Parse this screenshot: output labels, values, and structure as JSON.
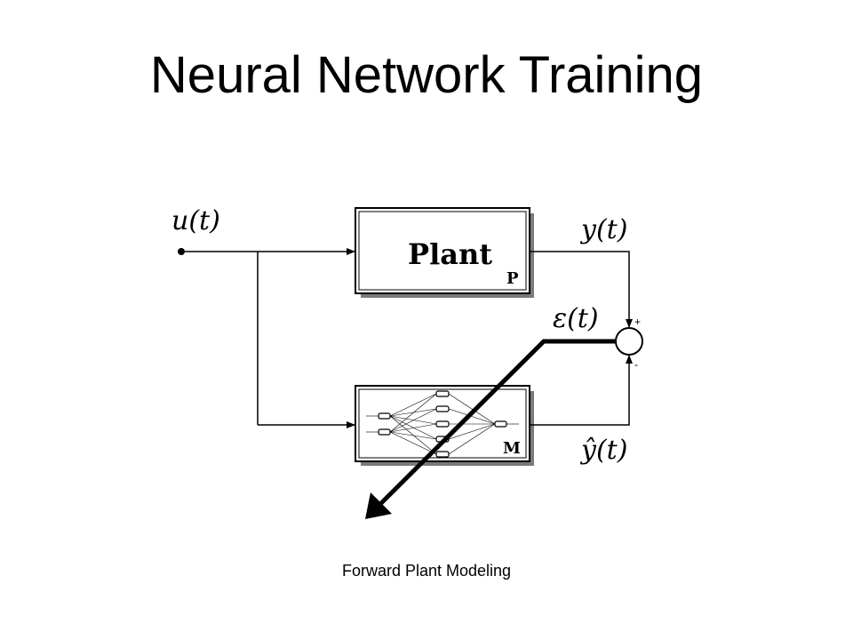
{
  "title": "Neural Network Training",
  "caption": "Forward Plant Modeling",
  "diagram": {
    "input_label": "u(t)",
    "plant_label": "Plant",
    "plant_tag": "P",
    "model_tag": "M",
    "plant_output_label": "y(t)",
    "model_output_label": "ŷ(t)",
    "error_label": "ε(t)",
    "plus_sign": "+",
    "minus_sign": "-"
  },
  "colors": {
    "line": "#000000",
    "shadow": "#7a7a7a",
    "background": "#ffffff"
  }
}
